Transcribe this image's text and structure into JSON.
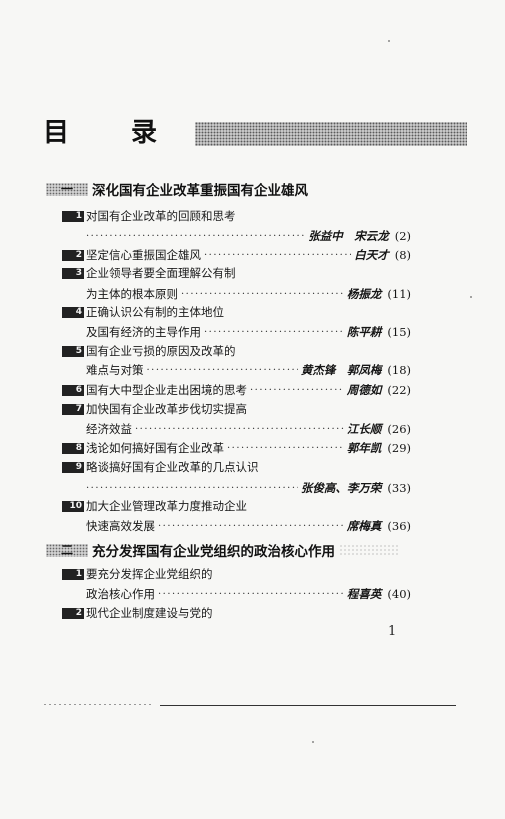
{
  "title": {
    "char1": "目",
    "char2": "录"
  },
  "sections": [
    {
      "number": "一",
      "title": "深化国有企业改革重振国有企业雄风"
    },
    {
      "number": "二",
      "title": "充分发挥国有企业党组织的政治核心作用"
    }
  ],
  "entries": [
    {
      "num": "1",
      "line1": "对国有企业改革的回顾和思考",
      "author": "张益中　宋云龙",
      "page": "(2)"
    },
    {
      "num": "2",
      "line1": "坚定信心重振国企雄风",
      "author": "白天才",
      "page": "(8)"
    },
    {
      "num": "3",
      "line1": "企业领导者要全面理解公有制",
      "line2": "为主体的根本原则",
      "author": "杨振龙",
      "page": "(11)"
    },
    {
      "num": "4",
      "line1": "正确认识公有制的主体地位",
      "line2": "及国有经济的主导作用",
      "author": "陈平耕",
      "page": "(15)"
    },
    {
      "num": "5",
      "line1": "国有企业亏损的原因及改革的",
      "line2": "难点与对策",
      "author": "黄杰锋　郭凤梅",
      "page": "(18)"
    },
    {
      "num": "6",
      "line1": "国有大中型企业走出困境的思考",
      "author": "周德如",
      "page": "(22)"
    },
    {
      "num": "7",
      "line1": "加快国有企业改革步伐切实提高",
      "line2": "经济效益",
      "author": "江长顺",
      "page": "(26)"
    },
    {
      "num": "8",
      "line1": "浅论如何搞好国有企业改革",
      "author": "郭年凯",
      "page": "(29)"
    },
    {
      "num": "9",
      "line1": "略谈搞好国有企业改革的几点认识",
      "author": "张俊高、李万荣",
      "page": "(33)"
    },
    {
      "num": "10",
      "line1": "加大企业管理改革力度推动企业",
      "line2": "快速高效发展",
      "author": "席梅真",
      "page": "(36)"
    },
    {
      "num": "1",
      "line1": "要充分发挥企业党组织的",
      "line2": "政治核心作用",
      "author": "程喜英",
      "page": "(40)"
    },
    {
      "num": "2",
      "line1": "现代企业制度建设与党的"
    }
  ],
  "page_number": "1"
}
